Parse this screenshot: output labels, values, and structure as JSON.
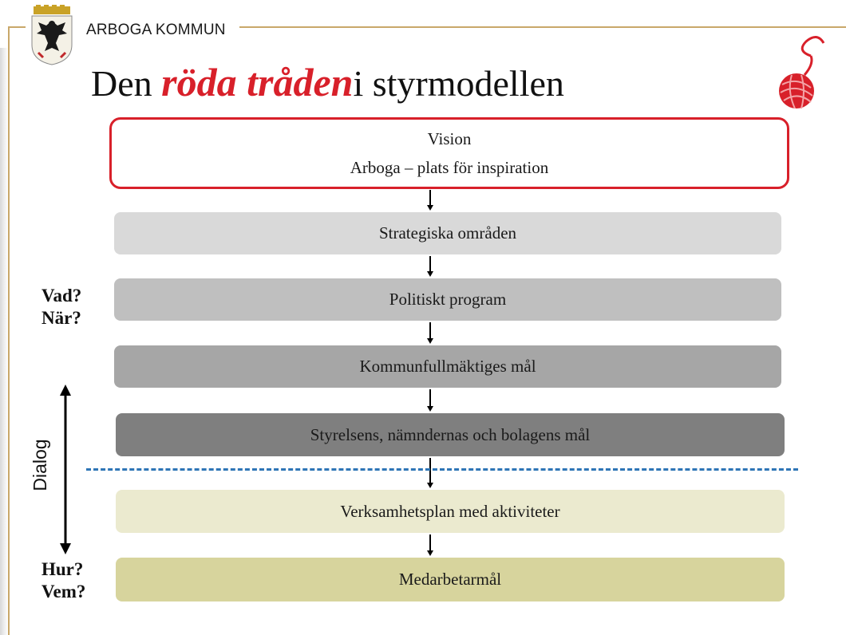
{
  "header": {
    "org_name": "ARBOGA KOMMUN"
  },
  "title": {
    "prefix": "Den ",
    "highlight": "röda tråden",
    "suffix": "i styrmodellen"
  },
  "vision": {
    "line1": "Vision",
    "line2": "Arboga – plats för inspiration"
  },
  "levels": [
    "Strategiska områden",
    "Politiskt program",
    "Kommunfullmäktiges mål",
    "Styrelsens, nämndernas och bolagens mål",
    "Verksamhetsplan med aktiviteter",
    "Medarbetarmål"
  ],
  "side_labels": {
    "top_question_1": "Vad?",
    "top_question_2": "När?",
    "bottom_question_1": "Hur?",
    "bottom_question_2": "Vem?",
    "dialog": "Dialog"
  },
  "colors": {
    "accent_red": "#d8202a",
    "dashed_line": "#2e75b6",
    "frame_gold": "#c9a86a"
  },
  "icons": [
    "coat-of-arms-logo",
    "yarn-ball-icon"
  ]
}
